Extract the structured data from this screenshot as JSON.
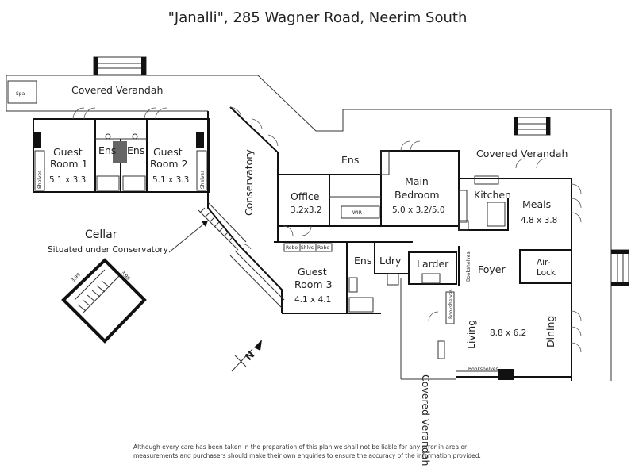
{
  "title": "\"Janalli\", 285 Wagner Road, Neerim South",
  "labels": {
    "spa": "Spa",
    "covered_verandah_top": "Covered Verandah",
    "guest_room_1": [
      "Guest",
      "Room 1"
    ],
    "guest_room_1_dim": "5.1 x 3.3",
    "ens_1": "Ens",
    "ens_2": "Ens",
    "guest_room_2": [
      "Guest",
      "Room 2"
    ],
    "guest_room_2_dim": "5.1 x 3.3",
    "shelves": "Shelves",
    "conservatory": "Conservatory",
    "ens_main": "Ens",
    "office": "Office",
    "office_dim": "3.2x3.2",
    "wir": "WIR",
    "main_bedroom": [
      "Main",
      "Bedroom"
    ],
    "main_bedroom_dim": "5.0 x 3.2/5.0",
    "covered_verandah_right": "Covered Verandah",
    "kitchen": "Kitchen",
    "meals": "Meals",
    "meals_dim": "4.8 x 3.8",
    "cellar": "Cellar",
    "cellar_note": "Situated under Conservatory",
    "cellar_dim_a": "3.99",
    "cellar_dim_b": "3.99",
    "robe_1": "Robe",
    "shlvs": "Shlvs",
    "robe_2": "Robe",
    "guest_room_3": [
      "Guest",
      "Room 3"
    ],
    "guest_room_3_dim": "4.1 x 4.1",
    "ens_3": "Ens",
    "ldry": "Ldry",
    "larder": "Larder",
    "bookshelves_1": "Bookshelves",
    "bookshelves_2": "Bookshelves",
    "bookshelves_3": "Bookshelves",
    "foyer": "Foyer",
    "air_lock": [
      "Air-",
      "Lock"
    ],
    "covered_verandah_side": "Covered Verandah",
    "living": "Living",
    "living_dim": "8.8 x 6.2",
    "dining": "Dining",
    "north": "N"
  },
  "disclaimer": "Although every care has been taken in the preparation of this plan we shall not be liable for any error in area or measurements and purchasers should make their own enquiries to ensure the accuracy of the information provided."
}
